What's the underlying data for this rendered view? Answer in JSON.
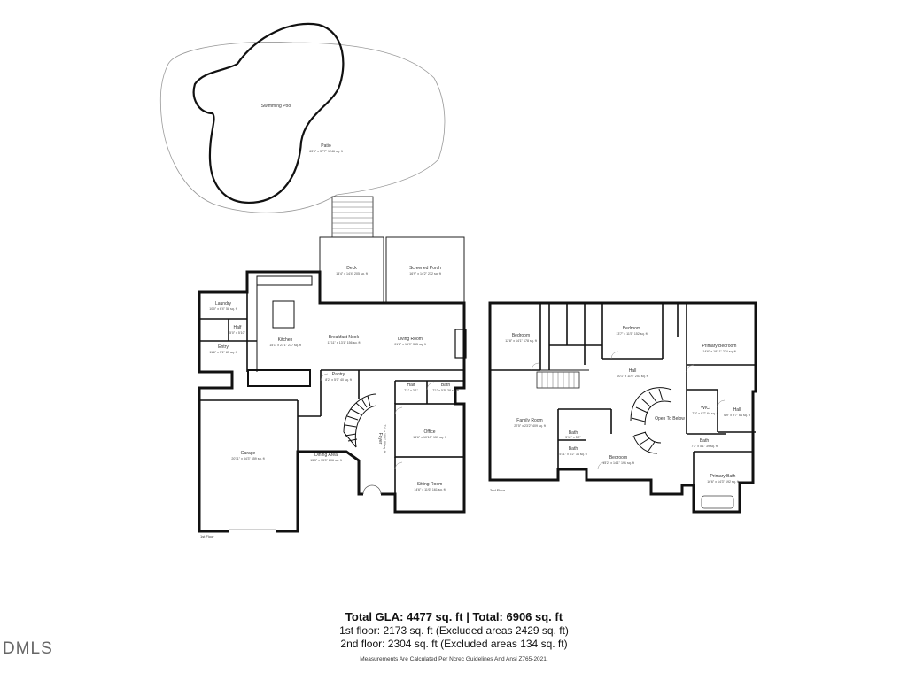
{
  "rooms": {
    "pool": {
      "name": "Swimming Pool",
      "dim": ""
    },
    "patio": {
      "name": "Patio",
      "dim": "63'5\" x 37'7\" 1246 sq. ft"
    },
    "deck": {
      "name": "Deck",
      "dim": "14'4\" x 14'4\" 205 sq. ft"
    },
    "porch": {
      "name": "Screened Porch",
      "dim": "16'9\" x 14'2\" 232 sq. ft"
    },
    "laundry": {
      "name": "Laundry",
      "dim": "10'0\" x 6'4\" 58 sq. ft"
    },
    "half1": {
      "name": "Half",
      "dim": "5'0\" x 5'10\""
    },
    "kitchen": {
      "name": "Kitchen",
      "dim": "15'1\" x 21'1\" 237 sq. ft"
    },
    "breakfast": {
      "name": "Breakfast Nook",
      "dim": "11'11\" x 13'1\" 156 sq. ft"
    },
    "living": {
      "name": "Living Room",
      "dim": "01'8\" x 16'9\" 355 sq. ft"
    },
    "entry": {
      "name": "Entry",
      "dim": "11'6\" x 7'1\" 83 sq. ft"
    },
    "pantry": {
      "name": "Pantry",
      "dim": "8'2\" x 5'0\" 40 sq. ft"
    },
    "half2": {
      "name": "Half",
      "dim": "7'1\" x 3'1\""
    },
    "bath1": {
      "name": "Bath",
      "dim": "7'1\" x 5'5\" 38 sq. ft"
    },
    "garage": {
      "name": "Garage",
      "dim": "20'11\" x 34'3\" 659 sq. ft"
    },
    "dining": {
      "name": "Dining Area",
      "dim": "15'3\" x 13'0\" 206 sq. ft"
    },
    "foyer": {
      "name": "Foyer",
      "dim": "7'4\" x 10'4\" 80 sq. ft"
    },
    "office": {
      "name": "Office",
      "dim": "14'6\" x 10'10\" 157 sq. ft"
    },
    "sitting": {
      "name": "Sitting Room",
      "dim": "14'6\" x 11'6\" 161 sq. ft"
    },
    "bedroom_a": {
      "name": "Bedroom",
      "dim": "12'8\" x 14'1\" 178 sq. ft"
    },
    "bedroom_b": {
      "name": "Bedroom",
      "dim": "13'7\" x 11'5\" 152 sq. ft"
    },
    "primary_bed": {
      "name": "Primary Bedroom",
      "dim": "14'6\" x 18'11\" 274 sq. ft"
    },
    "hall": {
      "name": "Hall",
      "dim": "20'1\" x 11'6\" 253 sq. ft"
    },
    "family": {
      "name": "Family Room",
      "dim": "22'5\" x 23'2\" 409 sq. ft"
    },
    "open_below": {
      "name": "Open To Below",
      "dim": ""
    },
    "bath_a": {
      "name": "Bath",
      "dim": "5'11\" x 5'0\""
    },
    "bath_b": {
      "name": "Bath",
      "dim": "5'11\" x 6'2\" 34 sq. ft"
    },
    "bedroom_c": {
      "name": "Bedroom",
      "dim": "13'2\" x 14'1\" 191 sq. ft"
    },
    "wic": {
      "name": "WIC",
      "dim": "7'5\" x 9'7\" 64 sq. ft"
    },
    "hall2": {
      "name": "Hall",
      "dim": "6'9\" x 9'7\" 64 sq. ft"
    },
    "bath_c": {
      "name": "Bath",
      "dim": "7'7\" x 5'1\" 39 sq. ft"
    },
    "primary_bath": {
      "name": "Primary Bath",
      "dim": "16'6\" x 14'3\" 192 sq. ft"
    }
  },
  "floor_tags": {
    "first": "1st Floor",
    "second": "2nd Floor"
  },
  "summary": {
    "total": "Total GLA: 4477 sq. ft | Total: 6906 sq. ft",
    "first": "1st floor: 2173 sq. ft (Excluded areas 2429 sq. ft)",
    "second": "2nd floor: 2304 sq. ft (Excluded areas 134 sq. ft)",
    "note": "Measurements Are Calculated Per Ncrec Guidelines And Ansi Z765-2021."
  },
  "logo": "DMLS",
  "colors": {
    "wall": "#111111",
    "line": "#888888",
    "text": "#111111"
  }
}
